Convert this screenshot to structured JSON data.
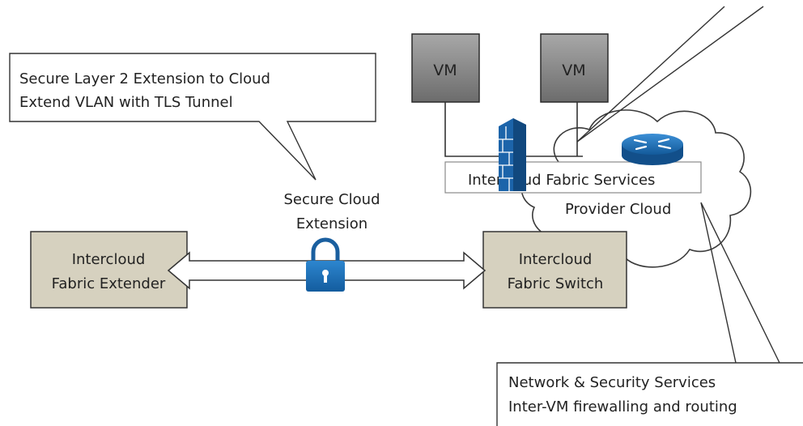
{
  "callout_top_left": {
    "line1": "Secure Layer 2 Extension to Cloud",
    "line2": "Extend VLAN with TLS Tunnel"
  },
  "secure_cloud_extension": {
    "line1": "Secure Cloud",
    "line2": "Extension"
  },
  "extender_box": {
    "line1": "Intercloud",
    "line2": "Fabric Extender"
  },
  "switch_box": {
    "line1": "Intercloud",
    "line2": "Fabric Switch"
  },
  "vm_left": {
    "label": "VM"
  },
  "vm_right": {
    "label": "VM"
  },
  "fabric_services": {
    "label": "Intercloud Fabric Services"
  },
  "provider_cloud": {
    "label": "Provider Cloud"
  },
  "callout_bottom_right": {
    "line1": "Network & Security Services",
    "line2": "Inter-VM firewalling and routing"
  },
  "colors": {
    "box_fill": "#d6d1bf",
    "vm_fill_top": "#9c9c9c",
    "vm_fill_bottom": "#6e6e6e",
    "icon_blue": "#1f6fb5",
    "line": "#333333"
  },
  "icons": [
    "lock-icon",
    "firewall-icon",
    "router-icon",
    "cloud-icon"
  ]
}
